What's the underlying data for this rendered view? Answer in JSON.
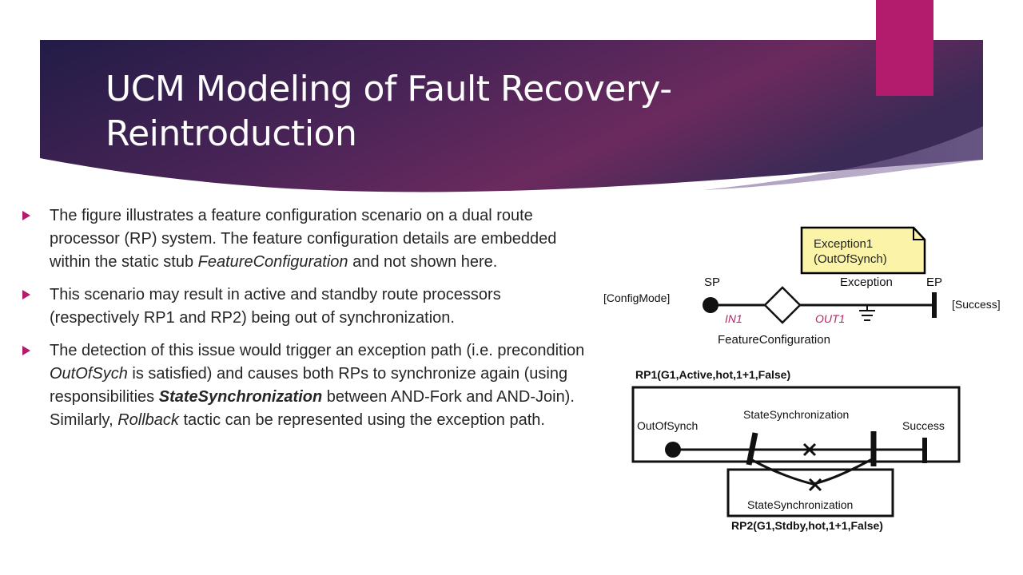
{
  "slide": {
    "title": "UCM Modeling of Fault Recovery-Reintroduction",
    "title_line1": "UCM Modeling of Fault Recovery-",
    "title_line2": "Reintroduction",
    "colors": {
      "accent": "#b31b6d",
      "header_dark": "#1f1a44",
      "header_mid": "#6b2a5e",
      "text": "#262626"
    }
  },
  "bullets": [
    {
      "parts": [
        {
          "text": "The figure illustrates a feature configuration scenario on a dual route processor (RP) system. The feature configuration details are embedded within the static stub ",
          "style": "normal"
        },
        {
          "text": "FeatureConfiguration",
          "style": "italic"
        },
        {
          "text": " and not shown here.",
          "style": "normal"
        }
      ]
    },
    {
      "parts": [
        {
          "text": "This scenario may result in active and standby route processors (respectively RP1 and RP2) being out of synchronization.",
          "style": "normal"
        }
      ]
    },
    {
      "parts": [
        {
          "text": "The detection of this issue would trigger an exception path (i.e. precondition ",
          "style": "normal"
        },
        {
          "text": "OutOfSych",
          "style": "italic"
        },
        {
          "text": " is satisfied) and causes both RPs to synchronize again (using responsibilities ",
          "style": "normal"
        },
        {
          "text": "StateSynchronization",
          "style": "bold-italic"
        },
        {
          "text": " between AND-Fork and AND-Join). Similarly, ",
          "style": "normal"
        },
        {
          "text": "Rollback",
          "style": "italic"
        },
        {
          "text": " tactic can be represented using the exception path.",
          "style": "normal"
        }
      ]
    }
  ],
  "figure": {
    "note_line1": "Exception1",
    "note_line2": "(OutOfSynch)",
    "sp_label": "SP",
    "exception_label": "Exception",
    "ep_label": "EP",
    "config_mode": "[ConfigMode]",
    "success_bracket": "[Success]",
    "in1": "IN1",
    "out1": "OUT1",
    "stub_label": "FeatureConfiguration",
    "rp1_label": "RP1(G1,Active,hot,1+1,False)",
    "out_of_synch": "OutOfSynch",
    "state_sync_top": "StateSynchronization",
    "success": "Success",
    "state_sync_bottom": "StateSynchronization",
    "rp2_label": "RP2(G1,Stdby,hot,1+1,False)",
    "colors": {
      "note_fill": "#fbf4a8",
      "in_out": "#c0206a"
    }
  }
}
